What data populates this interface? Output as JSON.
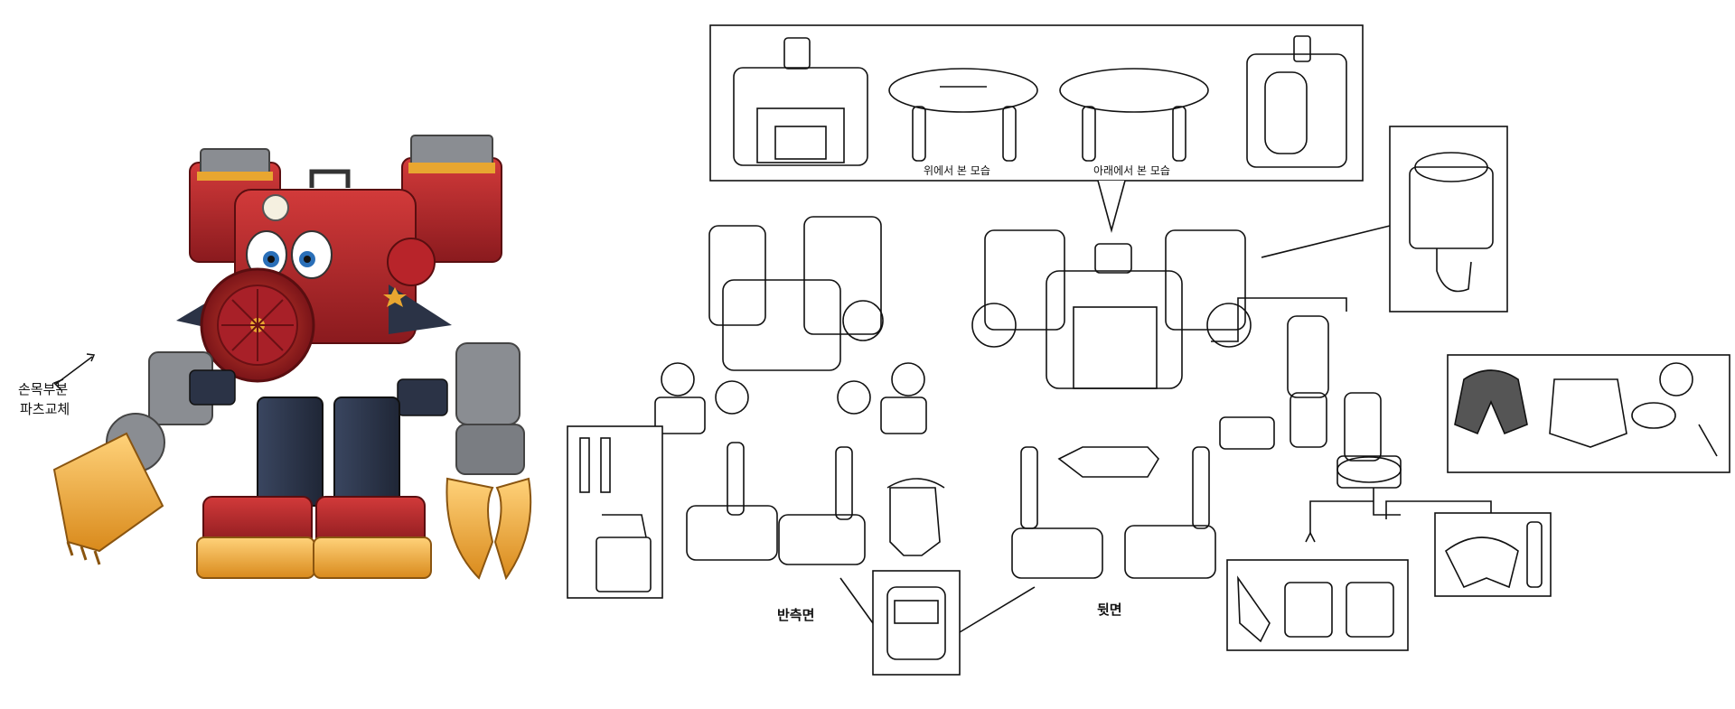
{
  "sheet": {
    "top_view_label": "위에서 본 모습",
    "bottom_view_label": "아래에서 본 모습",
    "side_label": "반측면",
    "back_label": "뒷면",
    "annotation_line1": "손목부분",
    "annotation_line2": "파츠교체"
  },
  "colors": {
    "body_red": "#b8242a",
    "dark_red": "#7a1418",
    "navy": "#2b3346",
    "grey_metal": "#8a8d92",
    "gold": "#e8a630",
    "line_art": "#111111"
  }
}
